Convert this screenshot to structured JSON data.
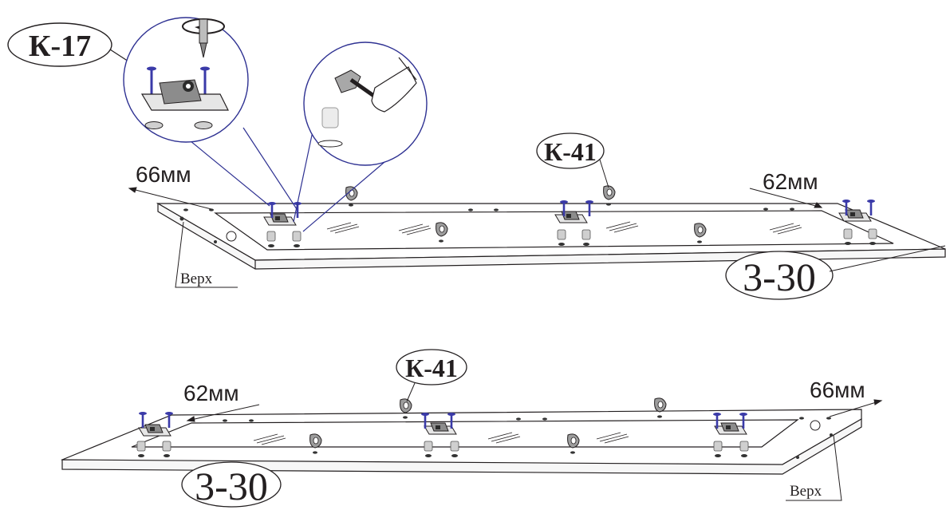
{
  "labels": {
    "k17": "К-17",
    "k41_top": "К-41",
    "k41_bottom": "К-41",
    "part_top": "3-30",
    "part_bottom": "3-30",
    "dim_66_top": "66мм",
    "dim_62_top": "62мм",
    "dim_62_bottom": "62мм",
    "dim_66_bottom": "66мм",
    "verh_top": "Верх",
    "verh_bottom": "Верх"
  },
  "colors": {
    "line": "#231f20",
    "callout": "#2e3192",
    "screw": "#3a3aa8",
    "fitting": "#9a9a9a",
    "peg": "#c8c8c8"
  },
  "icons": [
    "rotate-arrow-icon",
    "screwdriver-icon",
    "hammer-icon",
    "hand-icon",
    "dowel-icon"
  ]
}
